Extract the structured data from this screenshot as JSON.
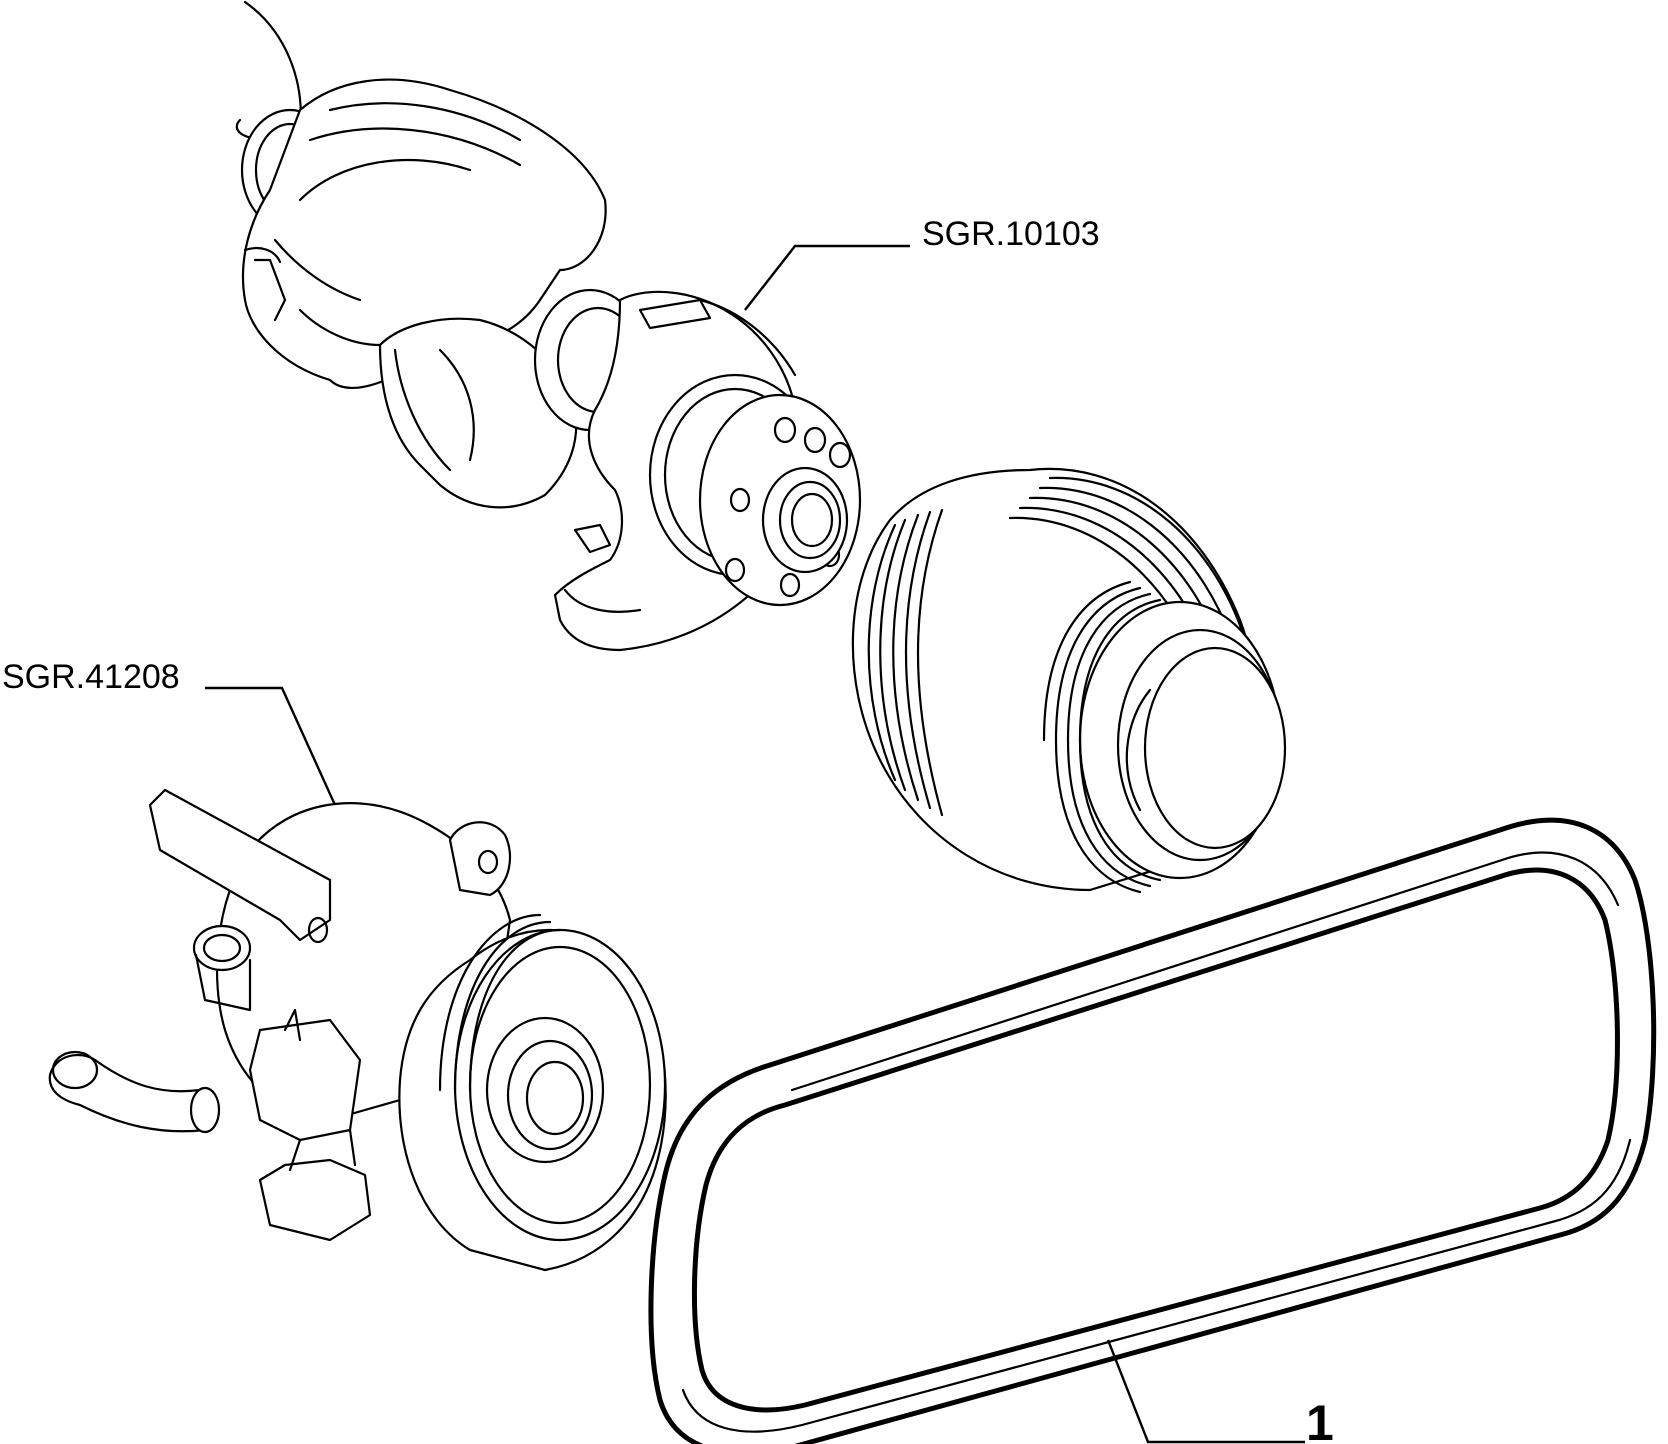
{
  "callouts": {
    "crankshaft_ref": "SGR.10103",
    "power_steering_pump_ref": "SGR.41208",
    "drive_belt_item": "1"
  },
  "colors": {
    "line": "#000000",
    "background": "#ffffff"
  }
}
